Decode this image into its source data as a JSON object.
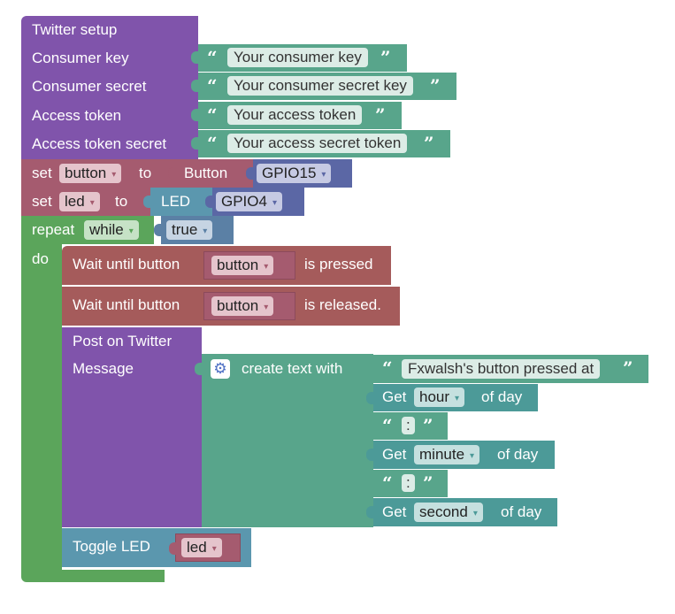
{
  "colors": {
    "twitter": "#8054ab",
    "text_block": "#58a58b",
    "variable_set": "#a55b6f",
    "gpio": "#5b67a5",
    "wait": "#a55b5b",
    "led": "#5b97ae",
    "loop": "#5ba55b",
    "rgb_text": "#4c9a98"
  },
  "twitter_setup": {
    "title": "Twitter setup",
    "consumer_key_label": "Consumer key",
    "consumer_key_value": "Your consumer key",
    "consumer_secret_label": "Consumer secret",
    "consumer_secret_value": "Your consumer secret key",
    "access_token_label": "Access token",
    "access_token_value": "Your access token",
    "access_token_secret_label": "Access token secret",
    "access_token_secret_value": "Your access secret token"
  },
  "set_button": {
    "set": "set",
    "var": "button",
    "to": "to",
    "type": "Button",
    "pin": "GPIO15"
  },
  "set_led": {
    "set": "set",
    "var": "led",
    "to": "to",
    "type": "LED",
    "pin": "GPIO4"
  },
  "repeat": {
    "label": "repeat",
    "mode": "while",
    "condition": "true",
    "do": "do"
  },
  "wait_pressed": {
    "label": "Wait until button",
    "var": "button",
    "suffix": "is pressed"
  },
  "wait_released": {
    "label": "Wait until button",
    "var": "button",
    "suffix": "is released."
  },
  "post": {
    "title": "Post on Twitter",
    "message_label": "Message",
    "create_text": "create text with",
    "text1": "Fxwalsh's button pressed at",
    "get": "Get",
    "hour": "hour",
    "minute": "minute",
    "second": "second",
    "of_day": "of day",
    "colon": ":"
  },
  "toggle": {
    "label": "Toggle LED",
    "var": "led"
  },
  "quotes": {
    "open": "“",
    "close": "”"
  },
  "icons": {
    "caret": "▾",
    "gear": "⚙"
  }
}
